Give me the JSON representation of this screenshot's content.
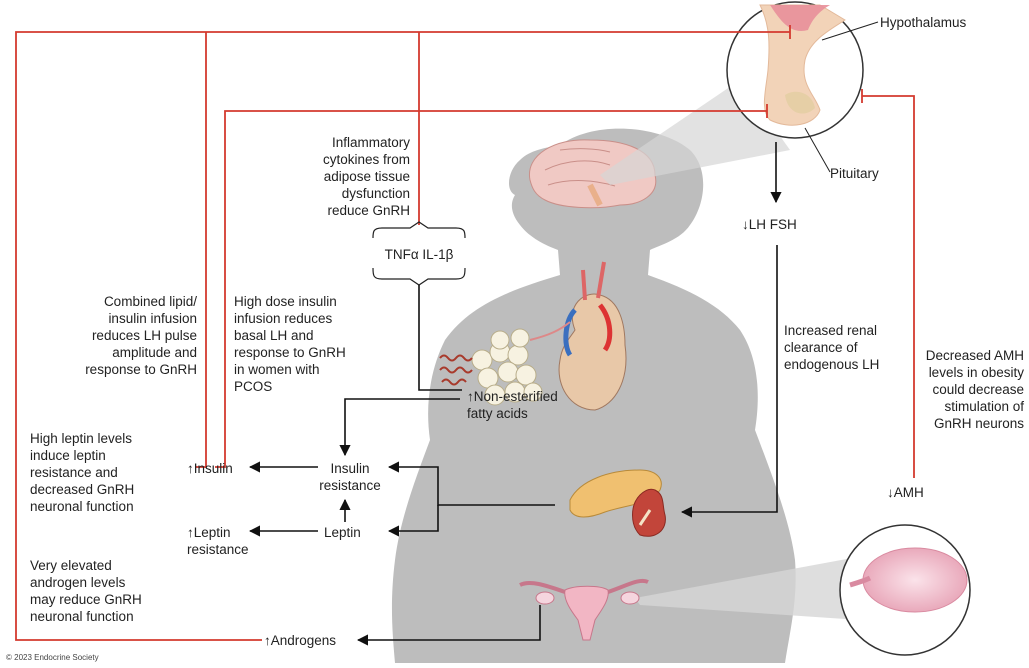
{
  "labels": {
    "hypothalamus": "Hypothalamus",
    "pituitary": "Pituitary",
    "lh_fsh": "↓LH  FSH",
    "inflammatory": "Inflammatory\ncytokines from\nadipose tissue\ndysfunction\nreduce GnRH",
    "tnf_il": "TNFα  IL-1β",
    "combined_lipid": "Combined lipid/\ninsulin infusion\nreduces LH pulse\namplitude and\nresponse to GnRH",
    "high_dose_insulin": "High dose insulin\ninfusion reduces\nbasal LH and\nresponse to GnRH\nin women with\nPCOS",
    "nefa": "↑Non-esterified\nfatty acids",
    "high_leptin": "High leptin levels\ninduce leptin\nresistance and\ndecreased GnRH\nneuronal function",
    "insulin": "↑Insulin",
    "insulin_resistance": "Insulin\nresistance",
    "leptin_resistance": "↑Leptin\nresistance",
    "leptin": "Leptin",
    "very_elevated": "Very elevated\nandrogen levels\nmay reduce GnRH\nneuronal function",
    "androgens": "↑Androgens",
    "renal": "Increased renal\nclearance of\nendogenous LH",
    "amh_text": "Decreased AMH\nlevels in obesity\ncould decrease\nstimulation of\nGnRH neurons",
    "amh": "↓AMH",
    "copyright": "© 2023 Endocrine Society"
  },
  "colors": {
    "inhibit_line": "#d43a2f",
    "arrow": "#111111",
    "silhouette": "#bdbdbd",
    "brain": "#f0c9c4",
    "hypothalamus_fill": "#f2d3b8"
  }
}
